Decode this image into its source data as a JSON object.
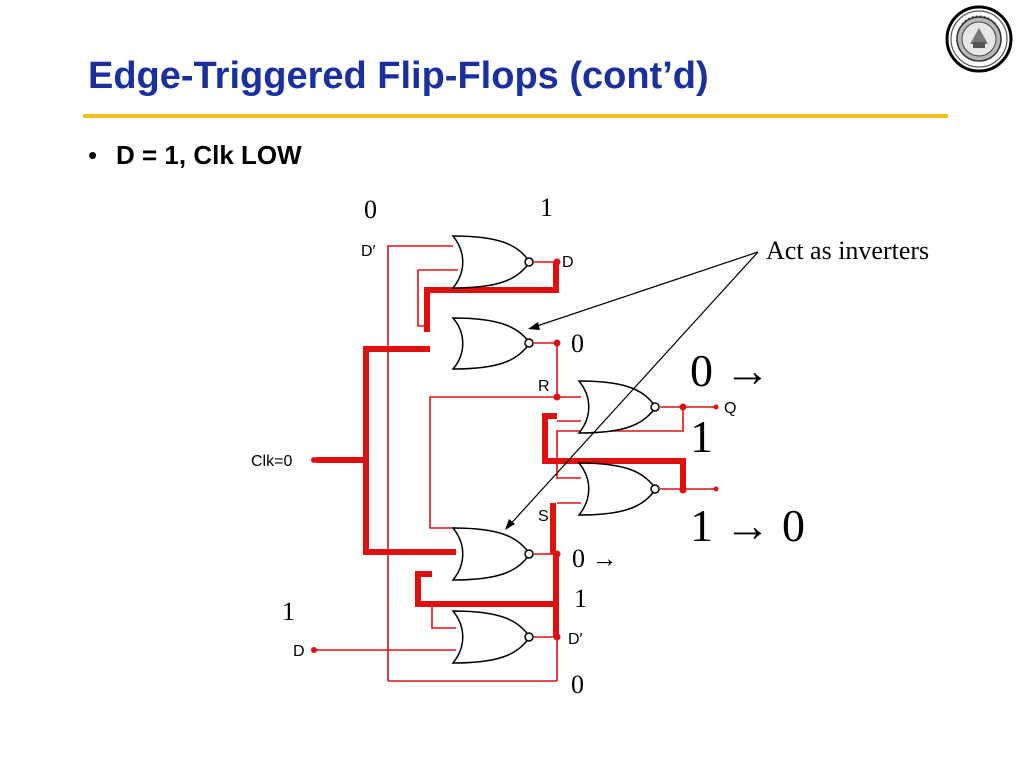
{
  "slide": {
    "title": "Edge-Triggered Flip-Flops (cont’d)",
    "bullet": "D = 1, Clk LOW"
  },
  "colors": {
    "title": "#1a30a0",
    "rule": "#f0c020",
    "wire": "#e01010",
    "gate": "#000000"
  },
  "diagram": {
    "top_values": {
      "left": "0",
      "right": "1"
    },
    "labels": {
      "d_prime_top": "D′",
      "d_top": "D",
      "r": "R",
      "q": "Q",
      "s": "S",
      "clk": "Clk=0",
      "d_bottom": "D",
      "d_prime_bottom": "D′"
    },
    "values": {
      "gate2_out": "0",
      "gate3_out_a": "0 →",
      "gate3_out_b": "1",
      "gate4_out": "0",
      "d_in": "1"
    },
    "outputs": {
      "q_a": "0 →",
      "q_b": "1",
      "qbar": "1 → 0"
    },
    "annotation": "Act as inverters"
  },
  "icons": {
    "seal": "university-seal-icon"
  }
}
